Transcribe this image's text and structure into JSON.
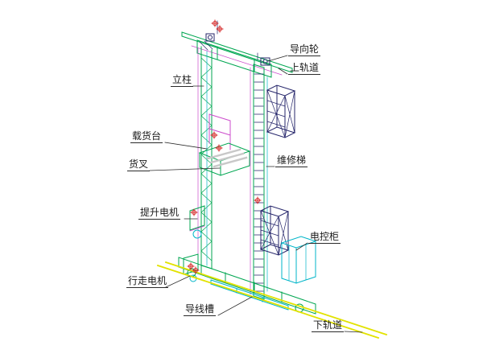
{
  "diagram": {
    "type": "isometric CAD drawing of a stacker crane",
    "labels": {
      "guide_wheel": "导向轮",
      "upper_rail": "上轨道",
      "column": "立柱",
      "cargo_platform": "载货台",
      "fork": "货叉",
      "maintenance_ladder": "维修梯",
      "lifting_motor": "提升电机",
      "control_cabinet": "电控柜",
      "travel_motor": "行走电机",
      "wire_duct": "导线槽",
      "lower_rail": "下轨道"
    },
    "colors": {
      "structure_green": "#00a651",
      "detail_cyan": "#00b5c8",
      "detail_magenta": "#cc4ccc",
      "rail_yellow": "#e2e200",
      "marker_red": "#d62b2b",
      "cage_dark": "#24246a",
      "line_black": "#2a2a2a",
      "fork_gray": "#c8c8c8",
      "background": "#ffffff"
    }
  }
}
